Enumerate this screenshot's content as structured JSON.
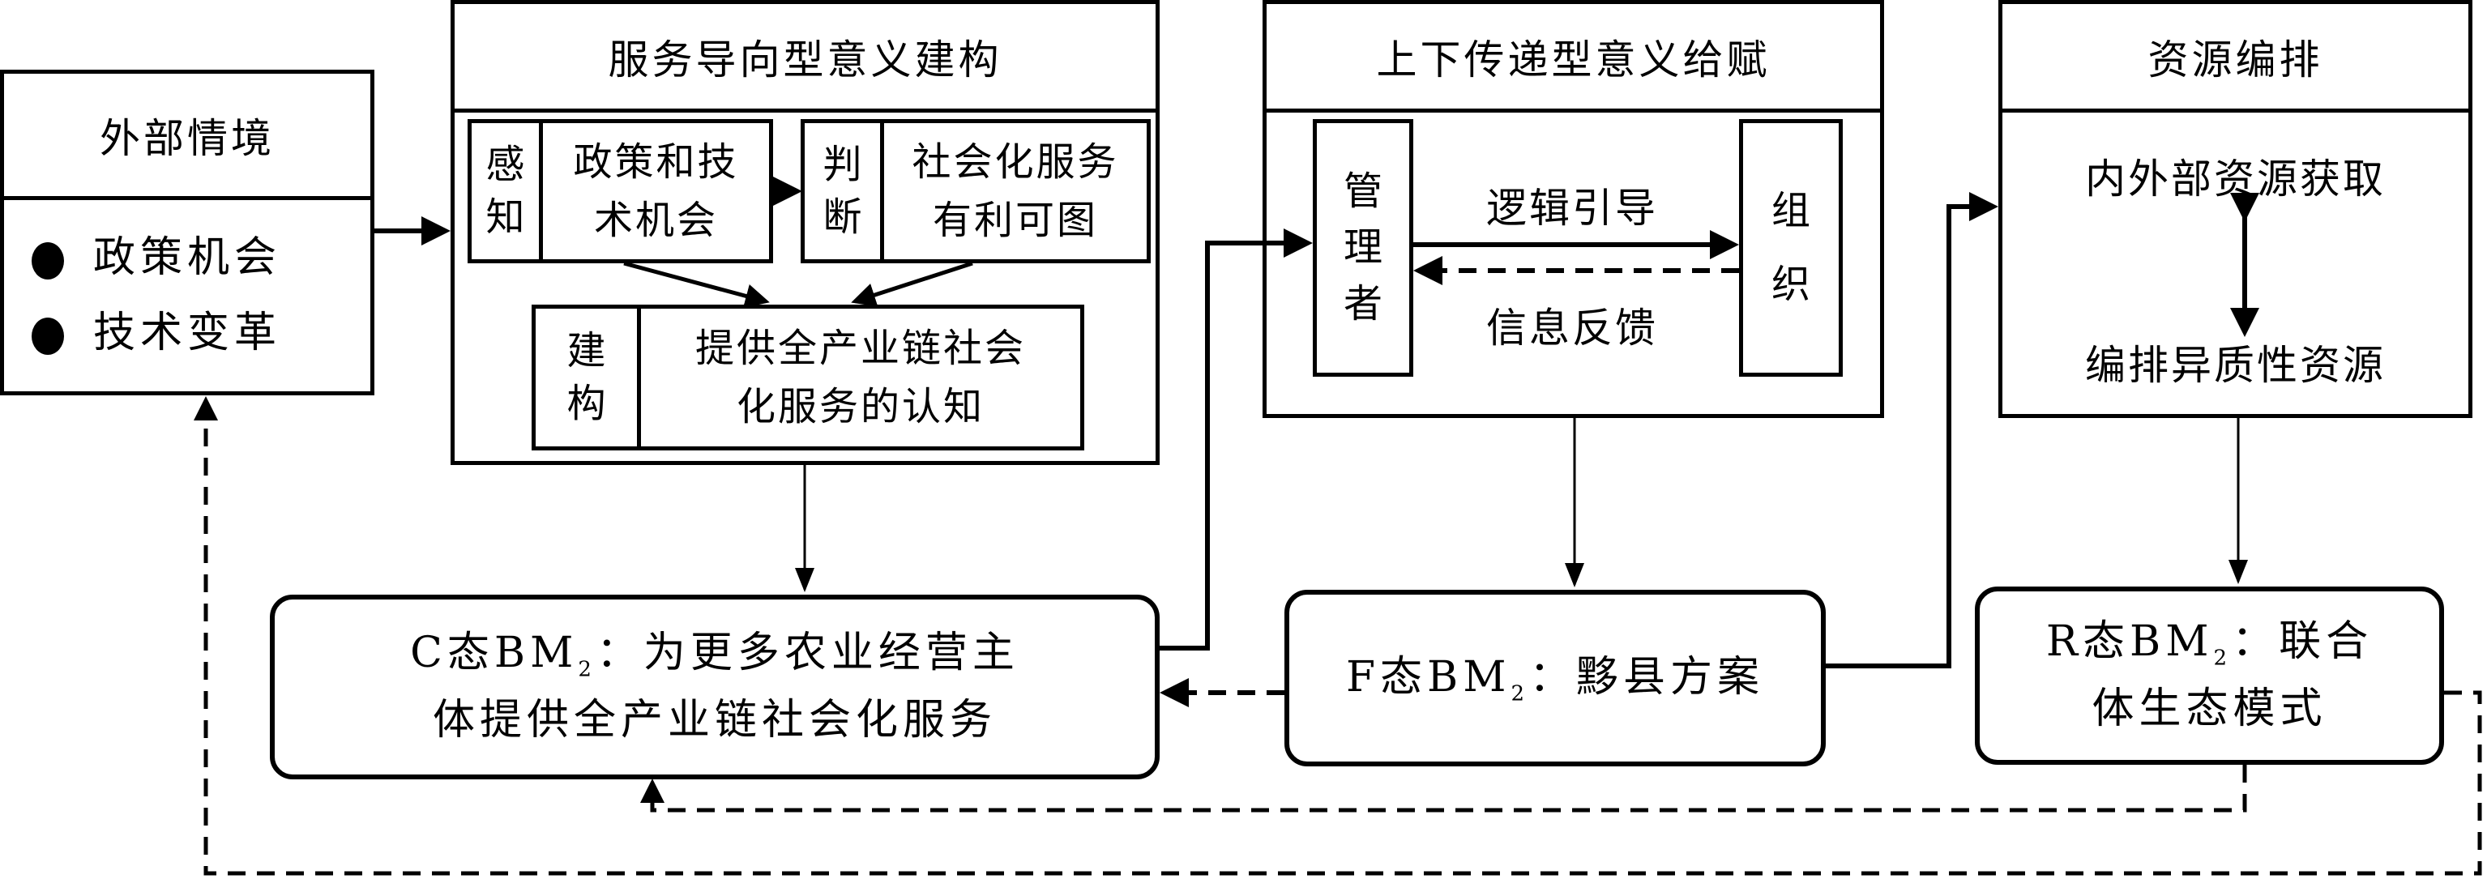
{
  "external": {
    "title": "外部情境",
    "items": [
      "政策机会",
      "技术变革"
    ]
  },
  "sensemaking": {
    "title": "服务导向型意义建构",
    "perceive": {
      "label": [
        "感",
        "知"
      ],
      "text": [
        "政策和技",
        "术机会"
      ]
    },
    "judge": {
      "label": [
        "判",
        "断"
      ],
      "text": [
        "社会化服务",
        "有利可图"
      ]
    },
    "construct": {
      "label": [
        "建",
        "构"
      ],
      "text": [
        "提供全产业链社会",
        "化服务的认知"
      ]
    }
  },
  "sensegiving": {
    "title": "上下传递型意义给赋",
    "manager": [
      "管",
      "理",
      "者"
    ],
    "organization": [
      "组",
      "织"
    ],
    "forward_label": "逻辑引导",
    "feedback_label": "信息反馈"
  },
  "orchestration": {
    "title": "资源编排",
    "top": "内外部资源获取",
    "bottom": "编排异质性资源"
  },
  "states": {
    "c": {
      "prefix": "C态BM",
      "sub": "2",
      "line1_rest": "：为更多农业经营主",
      "line2": "体提供全产业链社会化服务"
    },
    "f": {
      "prefix": "F态BM",
      "sub": "2",
      "rest": "：黟县方案"
    },
    "r": {
      "prefix": "R态BM",
      "sub": "2",
      "line1_rest": "：联合",
      "line2": "体生态模式"
    }
  }
}
